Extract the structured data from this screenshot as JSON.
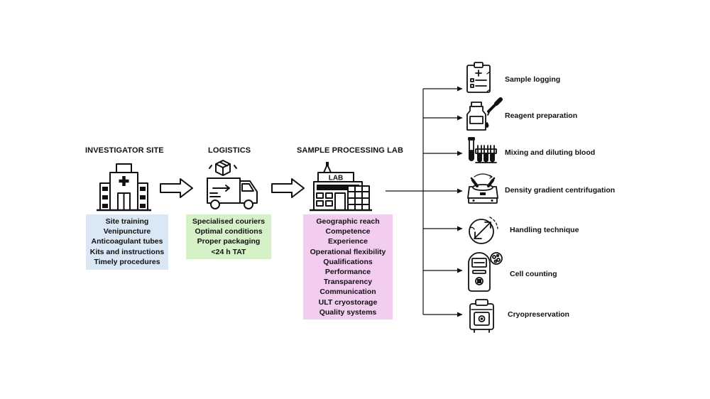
{
  "stages": {
    "investigator": {
      "title": "INVESTIGATOR SITE",
      "color": "#dae8f6",
      "items": [
        "Site training",
        "Venipuncture",
        "Anticoagulant tubes",
        "Kits and instructions",
        "Timely procedures"
      ]
    },
    "logistics": {
      "title": "LOGISTICS",
      "color": "#d6f0c8",
      "items": [
        "Specialised couriers",
        "Optimal conditions",
        "Proper packaging",
        "<24 h TAT"
      ]
    },
    "lab": {
      "title": "SAMPLE PROCESSING LAB",
      "color": "#f2cdf0",
      "sign": "LAB",
      "items": [
        "Geographic reach",
        "Competence",
        "Experience",
        "Operational flexibility",
        "Qualifications",
        "Performance",
        "Transparency",
        "Communication",
        "ULT cryostorage",
        "Quality systems"
      ]
    }
  },
  "steps": [
    {
      "label": "Sample logging",
      "icon": "clipboard-icon"
    },
    {
      "label": "Reagent preparation",
      "icon": "reagent-icon"
    },
    {
      "label": "Mixing and diluting blood",
      "icon": "test-tubes-icon"
    },
    {
      "label": "Density gradient centrifugation",
      "icon": "centrifuge-icon"
    },
    {
      "label": "Handling technique",
      "icon": "handling-icon"
    },
    {
      "label": "Cell counting",
      "icon": "cell-counter-icon"
    },
    {
      "label": "Cryopreservation",
      "icon": "cryo-freezer-icon"
    }
  ]
}
